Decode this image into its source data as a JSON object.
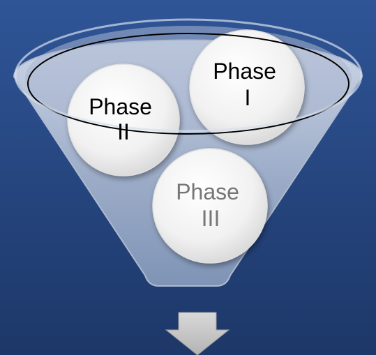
{
  "diagram": {
    "colors": {
      "background_top": "#2f5597",
      "background_bottom": "#1d3768",
      "funnel_fill": "#c7d1e1",
      "circle_fill": "#f2f2f2",
      "arrow_fill": "#c9c9c9",
      "text_primary": "#000000",
      "text_muted": "#767676"
    },
    "phases": [
      {
        "line1": "Phase",
        "line2": "I"
      },
      {
        "line1": "Phase",
        "line2": "II"
      },
      {
        "line1": "Phase",
        "line2": "III"
      }
    ],
    "output_arrow_icon": "down-arrow-icon"
  }
}
